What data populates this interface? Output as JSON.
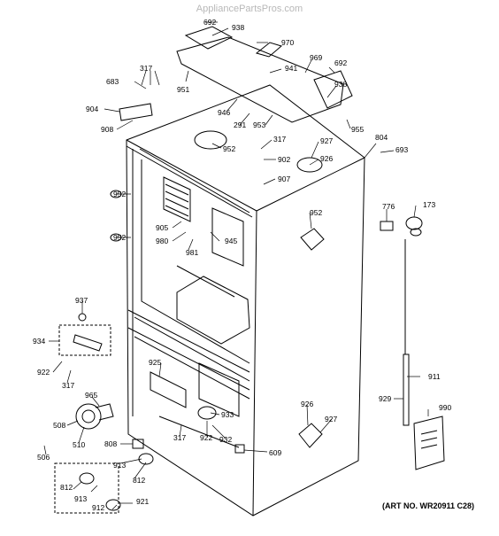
{
  "watermark": "AppliancePartsPros.com",
  "art_number": "(ART NO. WR20911 C28)",
  "callouts": [
    {
      "id": "c692a",
      "label": "692"
    },
    {
      "id": "c938a",
      "label": "938"
    },
    {
      "id": "c970",
      "label": "970"
    },
    {
      "id": "c969",
      "label": "969"
    },
    {
      "id": "c692b",
      "label": "692"
    },
    {
      "id": "c941",
      "label": "941"
    },
    {
      "id": "c938b",
      "label": "938"
    },
    {
      "id": "c317a",
      "label": "317"
    },
    {
      "id": "c683",
      "label": "683"
    },
    {
      "id": "c951",
      "label": "951"
    },
    {
      "id": "c904",
      "label": "904"
    },
    {
      "id": "c908",
      "label": "908"
    },
    {
      "id": "c946",
      "label": "946"
    },
    {
      "id": "c291",
      "label": "291"
    },
    {
      "id": "c953",
      "label": "953"
    },
    {
      "id": "c955",
      "label": "955"
    },
    {
      "id": "c804",
      "label": "804"
    },
    {
      "id": "c693",
      "label": "693"
    },
    {
      "id": "c317b",
      "label": "317"
    },
    {
      "id": "c927a",
      "label": "927"
    },
    {
      "id": "c952a",
      "label": "952"
    },
    {
      "id": "c902",
      "label": "902"
    },
    {
      "id": "c926a",
      "label": "926"
    },
    {
      "id": "c907",
      "label": "907"
    },
    {
      "id": "c952b",
      "label": "952"
    },
    {
      "id": "c905",
      "label": "905"
    },
    {
      "id": "c980",
      "label": "980"
    },
    {
      "id": "c945",
      "label": "945"
    },
    {
      "id": "c981",
      "label": "981"
    },
    {
      "id": "c952c",
      "label": "952"
    },
    {
      "id": "c952d",
      "label": "952"
    },
    {
      "id": "c776",
      "label": "776"
    },
    {
      "id": "c173",
      "label": "173"
    },
    {
      "id": "c937",
      "label": "937"
    },
    {
      "id": "c934",
      "label": "934"
    },
    {
      "id": "c922a",
      "label": "922"
    },
    {
      "id": "c317c",
      "label": "317"
    },
    {
      "id": "c925",
      "label": "925"
    },
    {
      "id": "c911",
      "label": "911"
    },
    {
      "id": "c929",
      "label": "929"
    },
    {
      "id": "c965",
      "label": "965"
    },
    {
      "id": "c508",
      "label": "508"
    },
    {
      "id": "c510",
      "label": "510"
    },
    {
      "id": "c933",
      "label": "933"
    },
    {
      "id": "c926b",
      "label": "926"
    },
    {
      "id": "c927b",
      "label": "927"
    },
    {
      "id": "c990",
      "label": "990"
    },
    {
      "id": "c317d",
      "label": "317"
    },
    {
      "id": "c922b",
      "label": "922"
    },
    {
      "id": "c932",
      "label": "932"
    },
    {
      "id": "c808",
      "label": "808"
    },
    {
      "id": "c506",
      "label": "506"
    },
    {
      "id": "c913a",
      "label": "913"
    },
    {
      "id": "c609",
      "label": "609"
    },
    {
      "id": "c812a",
      "label": "812"
    },
    {
      "id": "c812b",
      "label": "812"
    },
    {
      "id": "c913b",
      "label": "913"
    },
    {
      "id": "c912",
      "label": "912"
    },
    {
      "id": "c921",
      "label": "921"
    }
  ]
}
